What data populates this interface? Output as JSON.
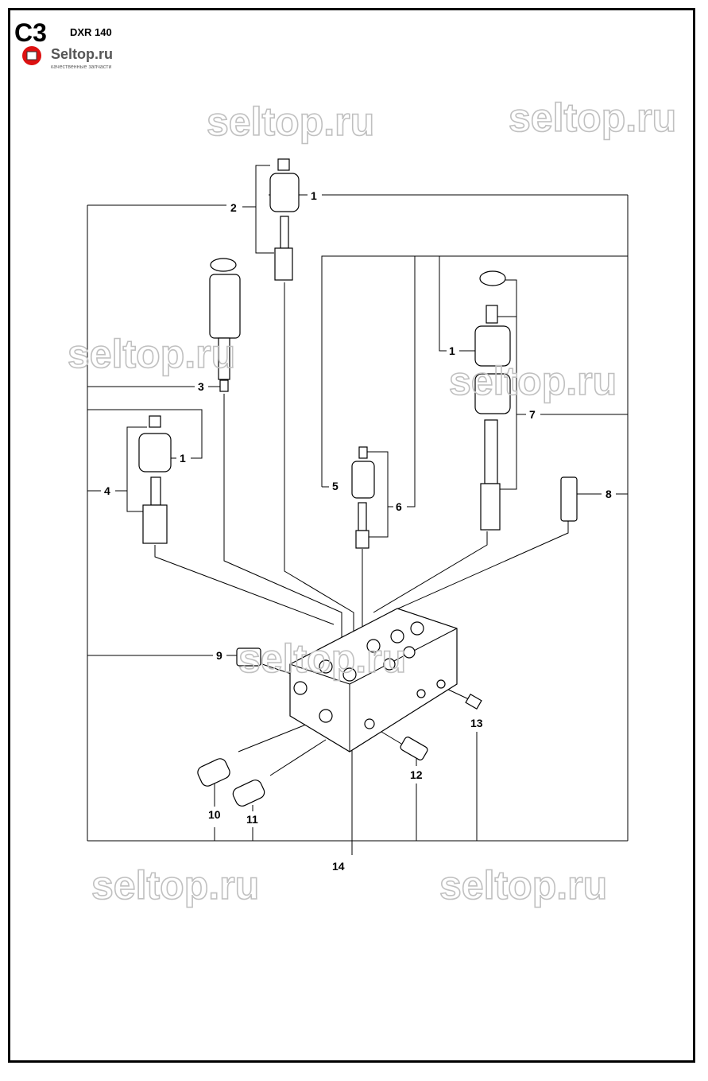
{
  "header": {
    "section": "C3",
    "model": "DXR 140",
    "logo_text": "Seltop.ru",
    "logo_tagline": "качественные запчасти"
  },
  "watermark": "seltop.ru",
  "callouts": {
    "c1a": "1",
    "c2": "2",
    "c3": "3",
    "c1b": "1",
    "c4": "4",
    "c5": "5",
    "c6": "6",
    "c1c": "1",
    "c7": "7",
    "c8": "8",
    "c9": "9",
    "c10": "10",
    "c11": "11",
    "c12": "12",
    "c13": "13",
    "c14": "14"
  }
}
